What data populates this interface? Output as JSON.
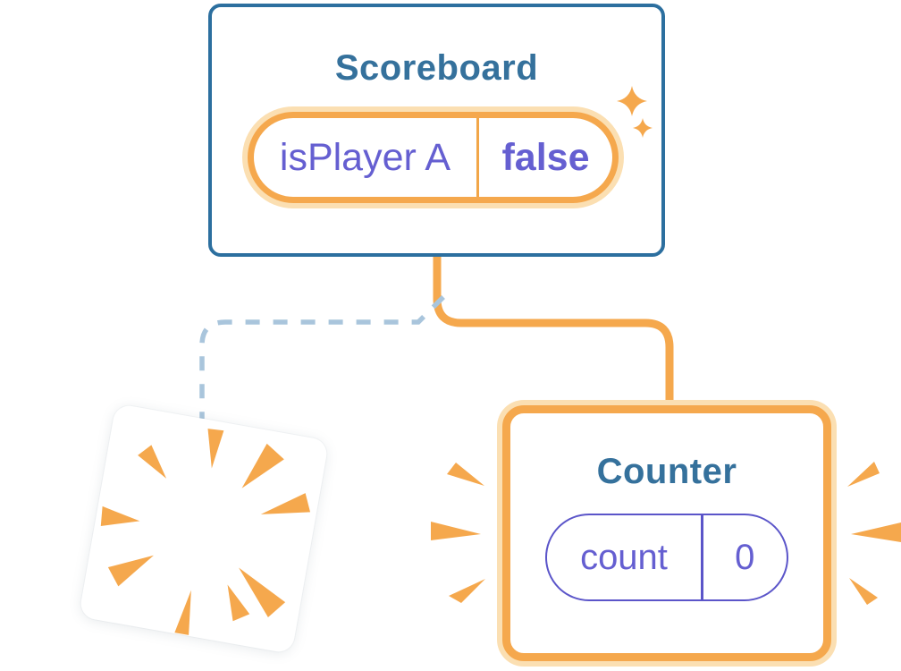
{
  "diagram": {
    "description": "React component tree state diagram: Scoreboard parent keeps state, old Counter child is destroyed (poof) and a new Counter child is created"
  },
  "scoreboard_card": {
    "title": "Scoreboard",
    "state_pill": {
      "key": "isPlayer A",
      "value": "false"
    }
  },
  "counter_card": {
    "title": "Counter",
    "state_pill": {
      "key": "count",
      "value": "0"
    }
  },
  "connectors": {
    "solid": "scoreboard-to-new-counter",
    "dashed": "scoreboard-to-destroyed-counter"
  },
  "icons": {
    "sparkles": "sparkle-icon",
    "burst": "poof-burst-icon",
    "emphasis_left": "emphasis-marks-left-icon",
    "emphasis_right": "emphasis-marks-right-icon"
  },
  "colors": {
    "background": "#FFFFFF",
    "orange": "#F5A84D",
    "orange_halo": "#FBDFB2",
    "card_border_blue": "#2C6F9F",
    "title_blue": "#35719C",
    "state_purple": "#655FD1",
    "pill_border_purple": "#5B55C9",
    "dashed_blue": "#A9C5DC"
  }
}
